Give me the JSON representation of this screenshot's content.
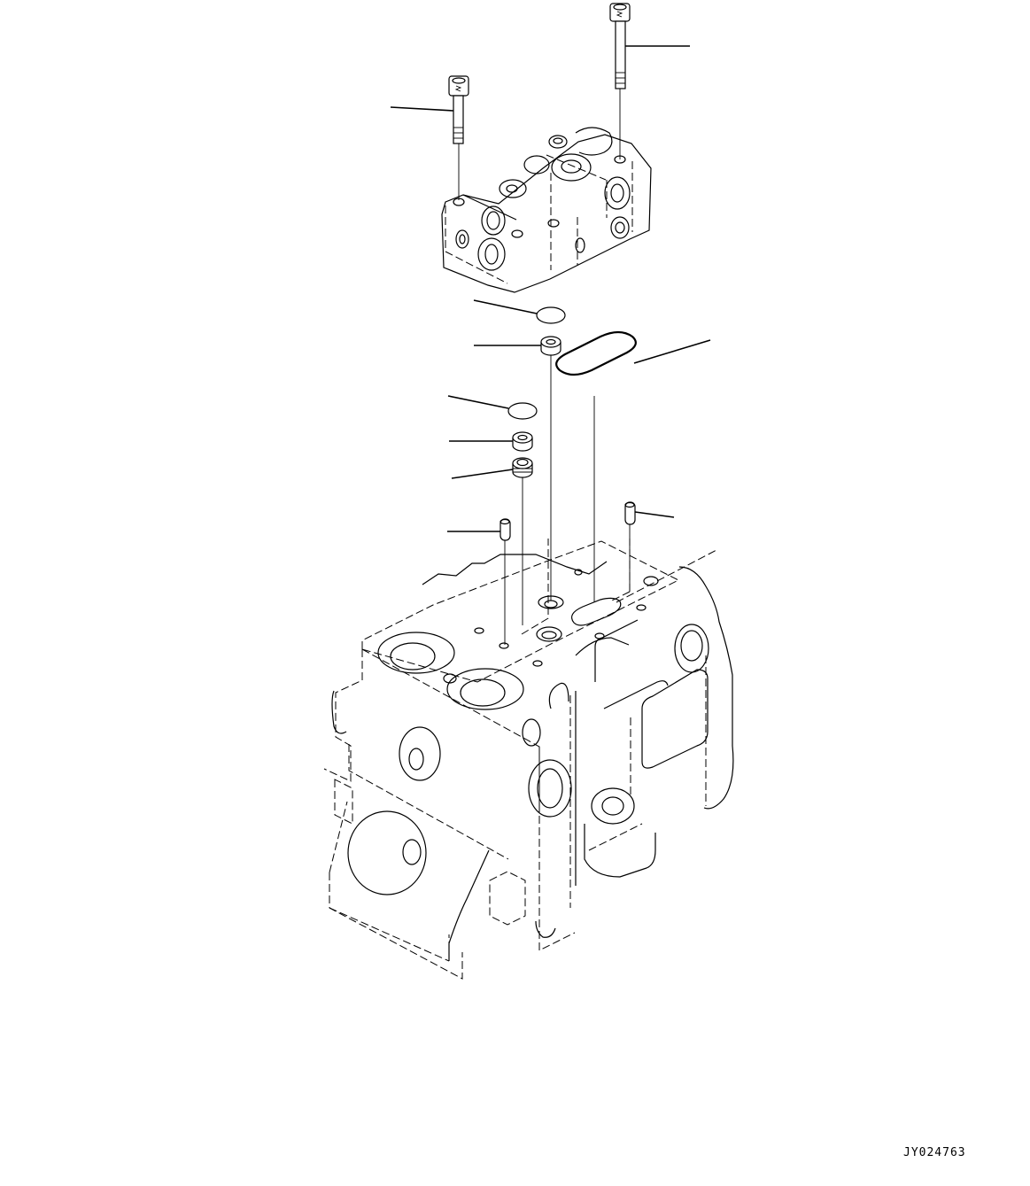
{
  "diagram": {
    "type": "exploded-parts-view",
    "subject": "hydraulic valve block assembly",
    "reference_code": "JY024763",
    "background": "#ffffff",
    "line_color": "#000000",
    "parts": [
      {
        "id": "bolt-long",
        "name": "long socket head bolt",
        "position": "top right"
      },
      {
        "id": "bolt-short",
        "name": "short socket head bolt",
        "position": "top left"
      },
      {
        "id": "valve-cover",
        "name": "valve cover block",
        "position": "upper center"
      },
      {
        "id": "o-ring-1",
        "name": "o-ring",
        "position": "upper"
      },
      {
        "id": "spacer-1",
        "name": "spacer / collar",
        "position": "upper"
      },
      {
        "id": "oval-seal",
        "name": "oval o-ring seal",
        "position": "right"
      },
      {
        "id": "o-ring-2",
        "name": "o-ring",
        "position": "middle"
      },
      {
        "id": "spacer-2",
        "name": "spacer / collar",
        "position": "middle"
      },
      {
        "id": "plug",
        "name": "plug / collar",
        "position": "middle"
      },
      {
        "id": "dowel-left",
        "name": "dowel pin",
        "position": "left"
      },
      {
        "id": "dowel-right",
        "name": "dowel pin",
        "position": "right"
      },
      {
        "id": "pump-body",
        "name": "main valve / pump body",
        "position": "bottom"
      }
    ]
  }
}
